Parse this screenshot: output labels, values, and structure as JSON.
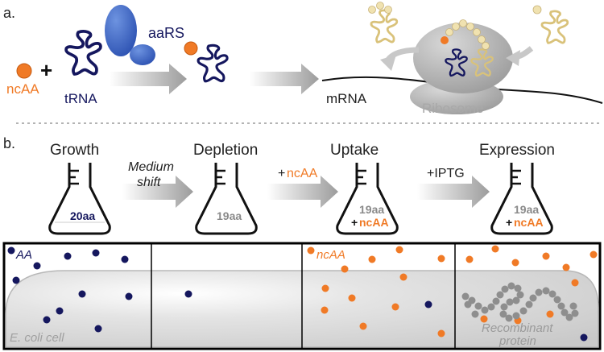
{
  "panel_a": {
    "label": "a.",
    "ncaa": "ncAA",
    "plus": "+",
    "trna": "tRNA",
    "aars": "aaRS",
    "mrna": "mRNA",
    "ribosome": "Ribosome"
  },
  "panel_b": {
    "label": "b.",
    "stages": [
      "Growth",
      "Depletion",
      "Uptake",
      "Expression"
    ],
    "arrow1_line1": "Medium",
    "arrow1_line2": "shift",
    "arrow2_plus": "+",
    "arrow2_ncaa": "ncAA",
    "arrow3": "+IPTG",
    "flask1": "20aa",
    "flask2": "19aa",
    "flask3_line1": "19aa",
    "flask3_plus": "+",
    "flask3_line2": "ncAA",
    "flask4_line1": "19aa",
    "flask4_plus": "+",
    "flask4_line2": "ncAA"
  },
  "bottom": {
    "aa": "AA",
    "ncaa": "ncAA",
    "cell": "E. coli cell",
    "recombinant_line1": "Recombinant",
    "recombinant_line2": "protein"
  },
  "colors": {
    "navy": "#15175e",
    "orange": "#f07a26",
    "blue": "#3a63c4",
    "grey": "#9a9a9a",
    "tan": "#dcc98a"
  }
}
